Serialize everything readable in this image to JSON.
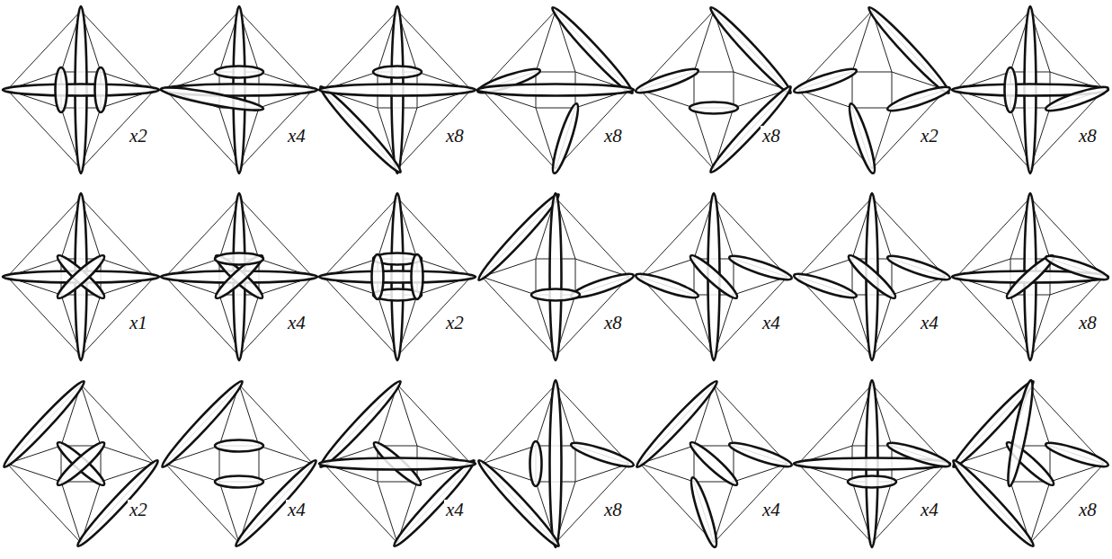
{
  "diagram": {
    "labels": [
      "x2",
      "x4",
      "x8",
      "x8",
      "x8",
      "x2",
      "x8",
      "x1",
      "x4",
      "x2",
      "x8",
      "x4",
      "x4",
      "x8",
      "x2",
      "x4",
      "x4",
      "x8",
      "x4",
      "x4",
      "x8"
    ]
  }
}
